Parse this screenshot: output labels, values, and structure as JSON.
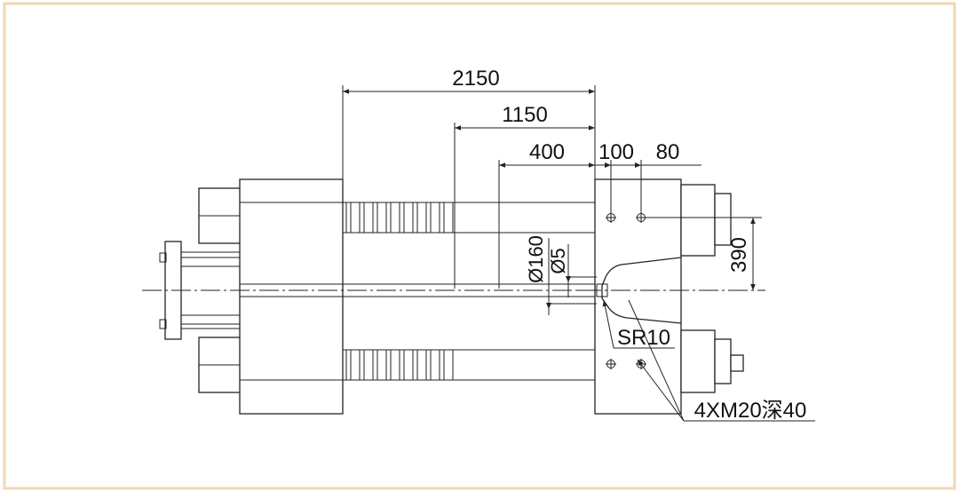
{
  "colors": {
    "frame": "#f2d7b3",
    "line": "#222222",
    "background": "#ffffff"
  },
  "dimensions": {
    "overall_length": "2150",
    "mid_length": "1150",
    "short_length": "400",
    "offset_a": "100",
    "offset_b": "80",
    "vertical_height": "390",
    "large_diameter": "Ø160",
    "small_diameter": "Ø5",
    "nozzle_radius": "SR10",
    "thread_holes": "4XM20深40"
  }
}
